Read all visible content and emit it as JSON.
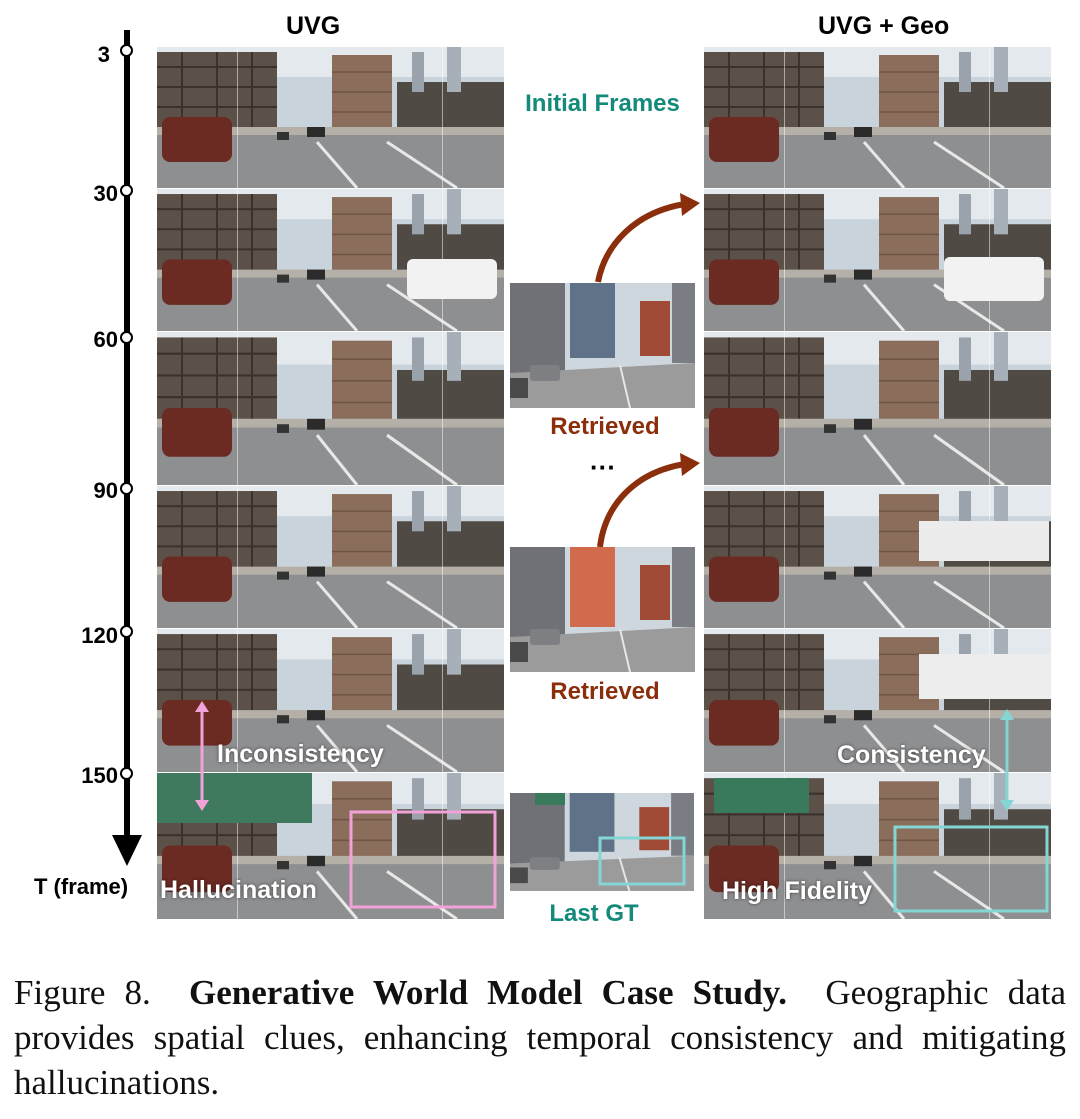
{
  "columns": {
    "left_title": "UVG",
    "right_title": "UVG + Geo"
  },
  "timeline": {
    "ticks": [
      "3",
      "30",
      "60",
      "90",
      "120",
      "150"
    ],
    "axis_label": "T (frame)"
  },
  "middle": {
    "initial_frames": "Initial Frames",
    "retrieved_1": "Retrieved",
    "ellipsis": "···",
    "retrieved_2": "Retrieved",
    "last_gt": "Last GT"
  },
  "annotations": {
    "inconsistency": "Inconsistency",
    "hallucination": "Hallucination",
    "consistency": "Consistency",
    "high_fidelity": "High Fidelity"
  },
  "caption": {
    "prefix": "Figure 8.",
    "title": "Generative World Model Case Study.",
    "body": "Geographic data provides spatial clues, enhancing temporal consistency and mitigating hallucinations."
  },
  "colors": {
    "teal": "#138a7a",
    "brown": "#8a2e0c",
    "pink": "#f2a2d8",
    "cyan": "#84d6d4"
  }
}
